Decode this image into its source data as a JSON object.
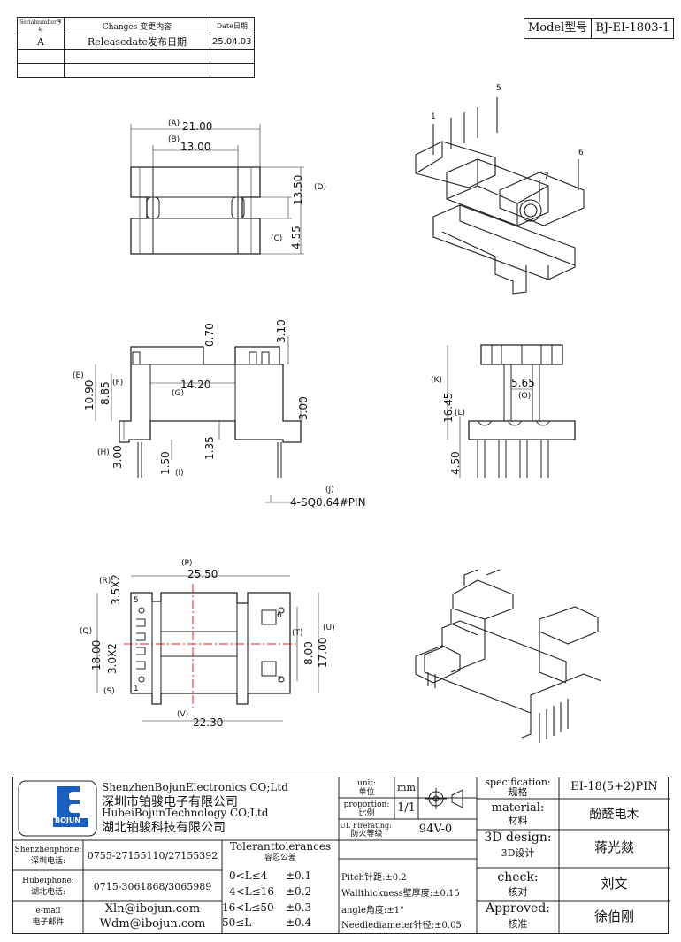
{
  "revision_table": {
    "headers": [
      "Serialnumber序号",
      "Changes 变更内容",
      "Date日期"
    ],
    "rows": [
      [
        "A",
        "Releasedate发布日期",
        "25.04.03"
      ],
      [
        "",
        "",
        ""
      ],
      [
        "",
        "",
        ""
      ]
    ]
  },
  "model": {
    "label": "Model型号",
    "value": "BJ-EI-1803-1"
  },
  "top_view": {
    "dims": [
      {
        "tag": "(A)",
        "value": "21.00"
      },
      {
        "tag": "(B)",
        "value": "13.00"
      },
      {
        "tag": "(D)",
        "value": "13.50"
      },
      {
        "tag": "(C)",
        "value": "4.55"
      }
    ]
  },
  "iso_top": {
    "pins": [
      "1",
      "5",
      "6",
      "7"
    ]
  },
  "side_view": {
    "dims": [
      {
        "tag": "",
        "value": "0.70"
      },
      {
        "tag": "",
        "value": "3.10"
      },
      {
        "tag": "(E)",
        "value": "10.90"
      },
      {
        "tag": "(F)",
        "value": "8.85"
      },
      {
        "tag": "(G)",
        "value": "14.20"
      },
      {
        "tag": "",
        "value": "3.00"
      },
      {
        "tag": "(H)",
        "value": "3.00"
      },
      {
        "tag": "(I)",
        "value": "1.50"
      },
      {
        "tag": "",
        "value": "1.35"
      },
      {
        "tag": "(J)",
        "value": "4-SQ0.64#PIN"
      }
    ]
  },
  "end_view": {
    "dims": [
      {
        "tag": "(K)",
        "value": "16.45"
      },
      {
        "tag": "(O)",
        "value": "5.65"
      },
      {
        "tag": "(L)",
        "value": ""
      },
      {
        "tag": "",
        "value": "4.50"
      }
    ]
  },
  "bottom_view": {
    "dims": [
      {
        "tag": "(P)",
        "value": "25.50"
      },
      {
        "tag": "(R)",
        "value": "3.5X2"
      },
      {
        "tag": "(Q)",
        "value": "18.00"
      },
      {
        "tag": "(S)",
        "value": "3.0X2"
      },
      {
        "tag": "(T)",
        "value": "8.00"
      },
      {
        "tag": "(U)",
        "value": "17.00"
      },
      {
        "tag": "(V)",
        "value": "22.30"
      }
    ],
    "pins": [
      "5",
      "1",
      "6",
      "7"
    ]
  },
  "title_block": {
    "company": {
      "en1": "ShenzhenBojunElectronics CO;Ltd",
      "cn1": "深圳市铂骏电子有限公司",
      "en2": "HubeiBojunTechnology CO;Ltd",
      "cn2": "湖北铂骏科技有限公司",
      "logo": "BOJUN"
    },
    "contacts": [
      {
        "label1": "Shenzhenphone:",
        "label2": "深圳电话:",
        "value": "0755-27155110/27155392"
      },
      {
        "label1": "Hubeiphone:",
        "label2": "湖北电话:",
        "value": "0715-3061868/3065989"
      },
      {
        "label1": "e-mail",
        "label2": "电子邮件",
        "value": "Xln@ibojun.com",
        "value2": "Wdm@ibojun.com"
      }
    ],
    "unit": {
      "label1": "unit:",
      "label2": "单位",
      "value": "mm"
    },
    "proportion": {
      "label1": "proportion:",
      "label2": "比例",
      "value": "1/1"
    },
    "fire": {
      "label1": "UL Firerating:",
      "label2": "防火等级",
      "value": "94V-0"
    },
    "tolerances": {
      "title1": "Toleranttolerances",
      "title2": "容忍公差",
      "ranges": [
        {
          "range": "0<L≤4",
          "tol": "±0.1"
        },
        {
          "range": "4<L≤16",
          "tol": "±0.2"
        },
        {
          "range": "16<L≤50",
          "tol": "±0.3"
        },
        {
          "range": "50≤L",
          "tol": "±0.4"
        }
      ],
      "notes": [
        "Pitch针距:±0.2",
        "Wallthickness壁厚度:±0.15",
        "angle角度:±1°",
        "Needlediameter针径:±0.05"
      ]
    },
    "spec": {
      "label1": "specification:",
      "label2": "规格",
      "value": "EI-18(5+2)PIN"
    },
    "material": {
      "label1": "material:",
      "label2": "材料",
      "value": "酚醛电木"
    },
    "design": {
      "label1": "3D design:",
      "label2": "3D设计",
      "value": "蒋光燚"
    },
    "check": {
      "label1": "check:",
      "label2": "核对",
      "value": "刘文"
    },
    "approved": {
      "label1": "Approved:",
      "label2": "核准",
      "value": "徐伯刚"
    }
  }
}
